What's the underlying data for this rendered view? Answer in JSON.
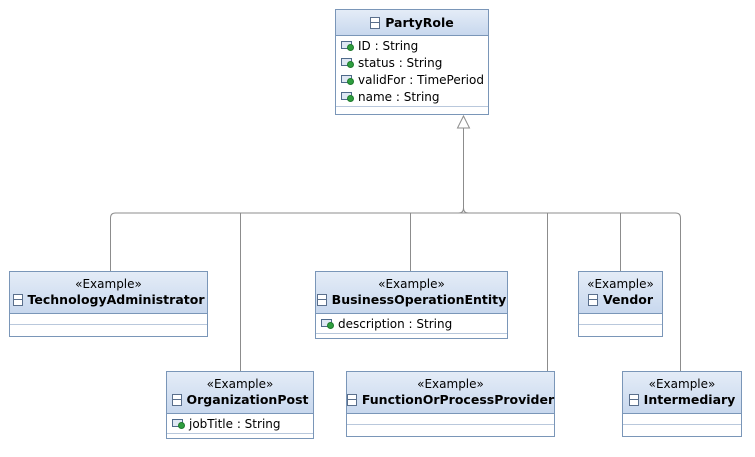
{
  "diagram": {
    "parent": {
      "name": "PartyRole",
      "attributes": [
        "ID : String",
        "status : String",
        "validFor : TimePeriod",
        "name : String"
      ]
    },
    "children": [
      {
        "stereotype": "«Example»",
        "name": "TechnologyAdministrator",
        "attributes": []
      },
      {
        "stereotype": "«Example»",
        "name": "BusinessOperationEntity",
        "attributes": [
          "description : String"
        ]
      },
      {
        "stereotype": "«Example»",
        "name": "Vendor",
        "attributes": []
      },
      {
        "stereotype": "«Example»",
        "name": "OrganizationPost",
        "attributes": [
          "jobTitle : String"
        ]
      },
      {
        "stereotype": "«Example»",
        "name": "FunctionOrProcessProvider",
        "attributes": []
      },
      {
        "stereotype": "«Example»",
        "name": "Intermediary",
        "attributes": []
      }
    ],
    "relationship": "generalization",
    "colors": {
      "header_top": "#e4ecf7",
      "header_bottom": "#c8d8ee",
      "border": "#7a96b8",
      "connector": "#8c8c8c",
      "attribute_dot": "#2e9e3f"
    },
    "icons": [
      "class-icon",
      "attribute-icon",
      "generalization-arrow-icon"
    ]
  }
}
